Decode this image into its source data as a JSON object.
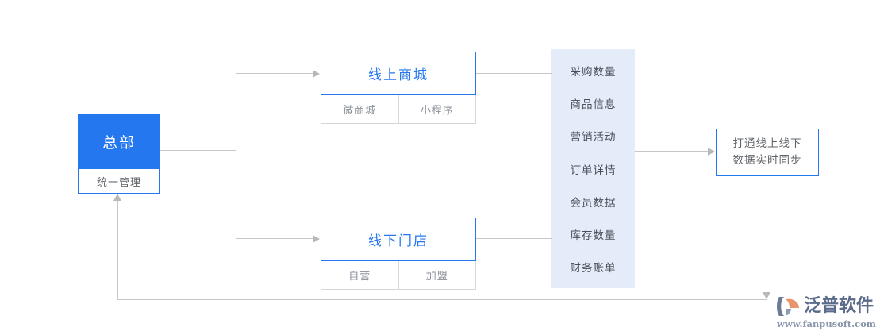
{
  "diagram": {
    "headquarters": {
      "title": "总部",
      "subtitle": "统一管理"
    },
    "channels": [
      {
        "name": "线上商城",
        "children": [
          "微商城",
          "小程序"
        ]
      },
      {
        "name": "线下门店",
        "children": [
          "自营",
          "加盟"
        ]
      }
    ],
    "data_panel": {
      "items": [
        "采购数量",
        "商品信息",
        "营销活动",
        "订单详情",
        "会员数据",
        "库存数量",
        "财务账单"
      ]
    },
    "result": {
      "line1": "打通线上线下",
      "line2": "数据实时同步"
    },
    "colors": {
      "primary_blue": "#2577f0",
      "panel_bg": "#e4ecfa",
      "connector_gray": "#c6c6c6",
      "muted_text": "#8a8f99"
    }
  },
  "watermark": {
    "brand": "泛普软件",
    "url": "www.fanpusoft.com"
  }
}
